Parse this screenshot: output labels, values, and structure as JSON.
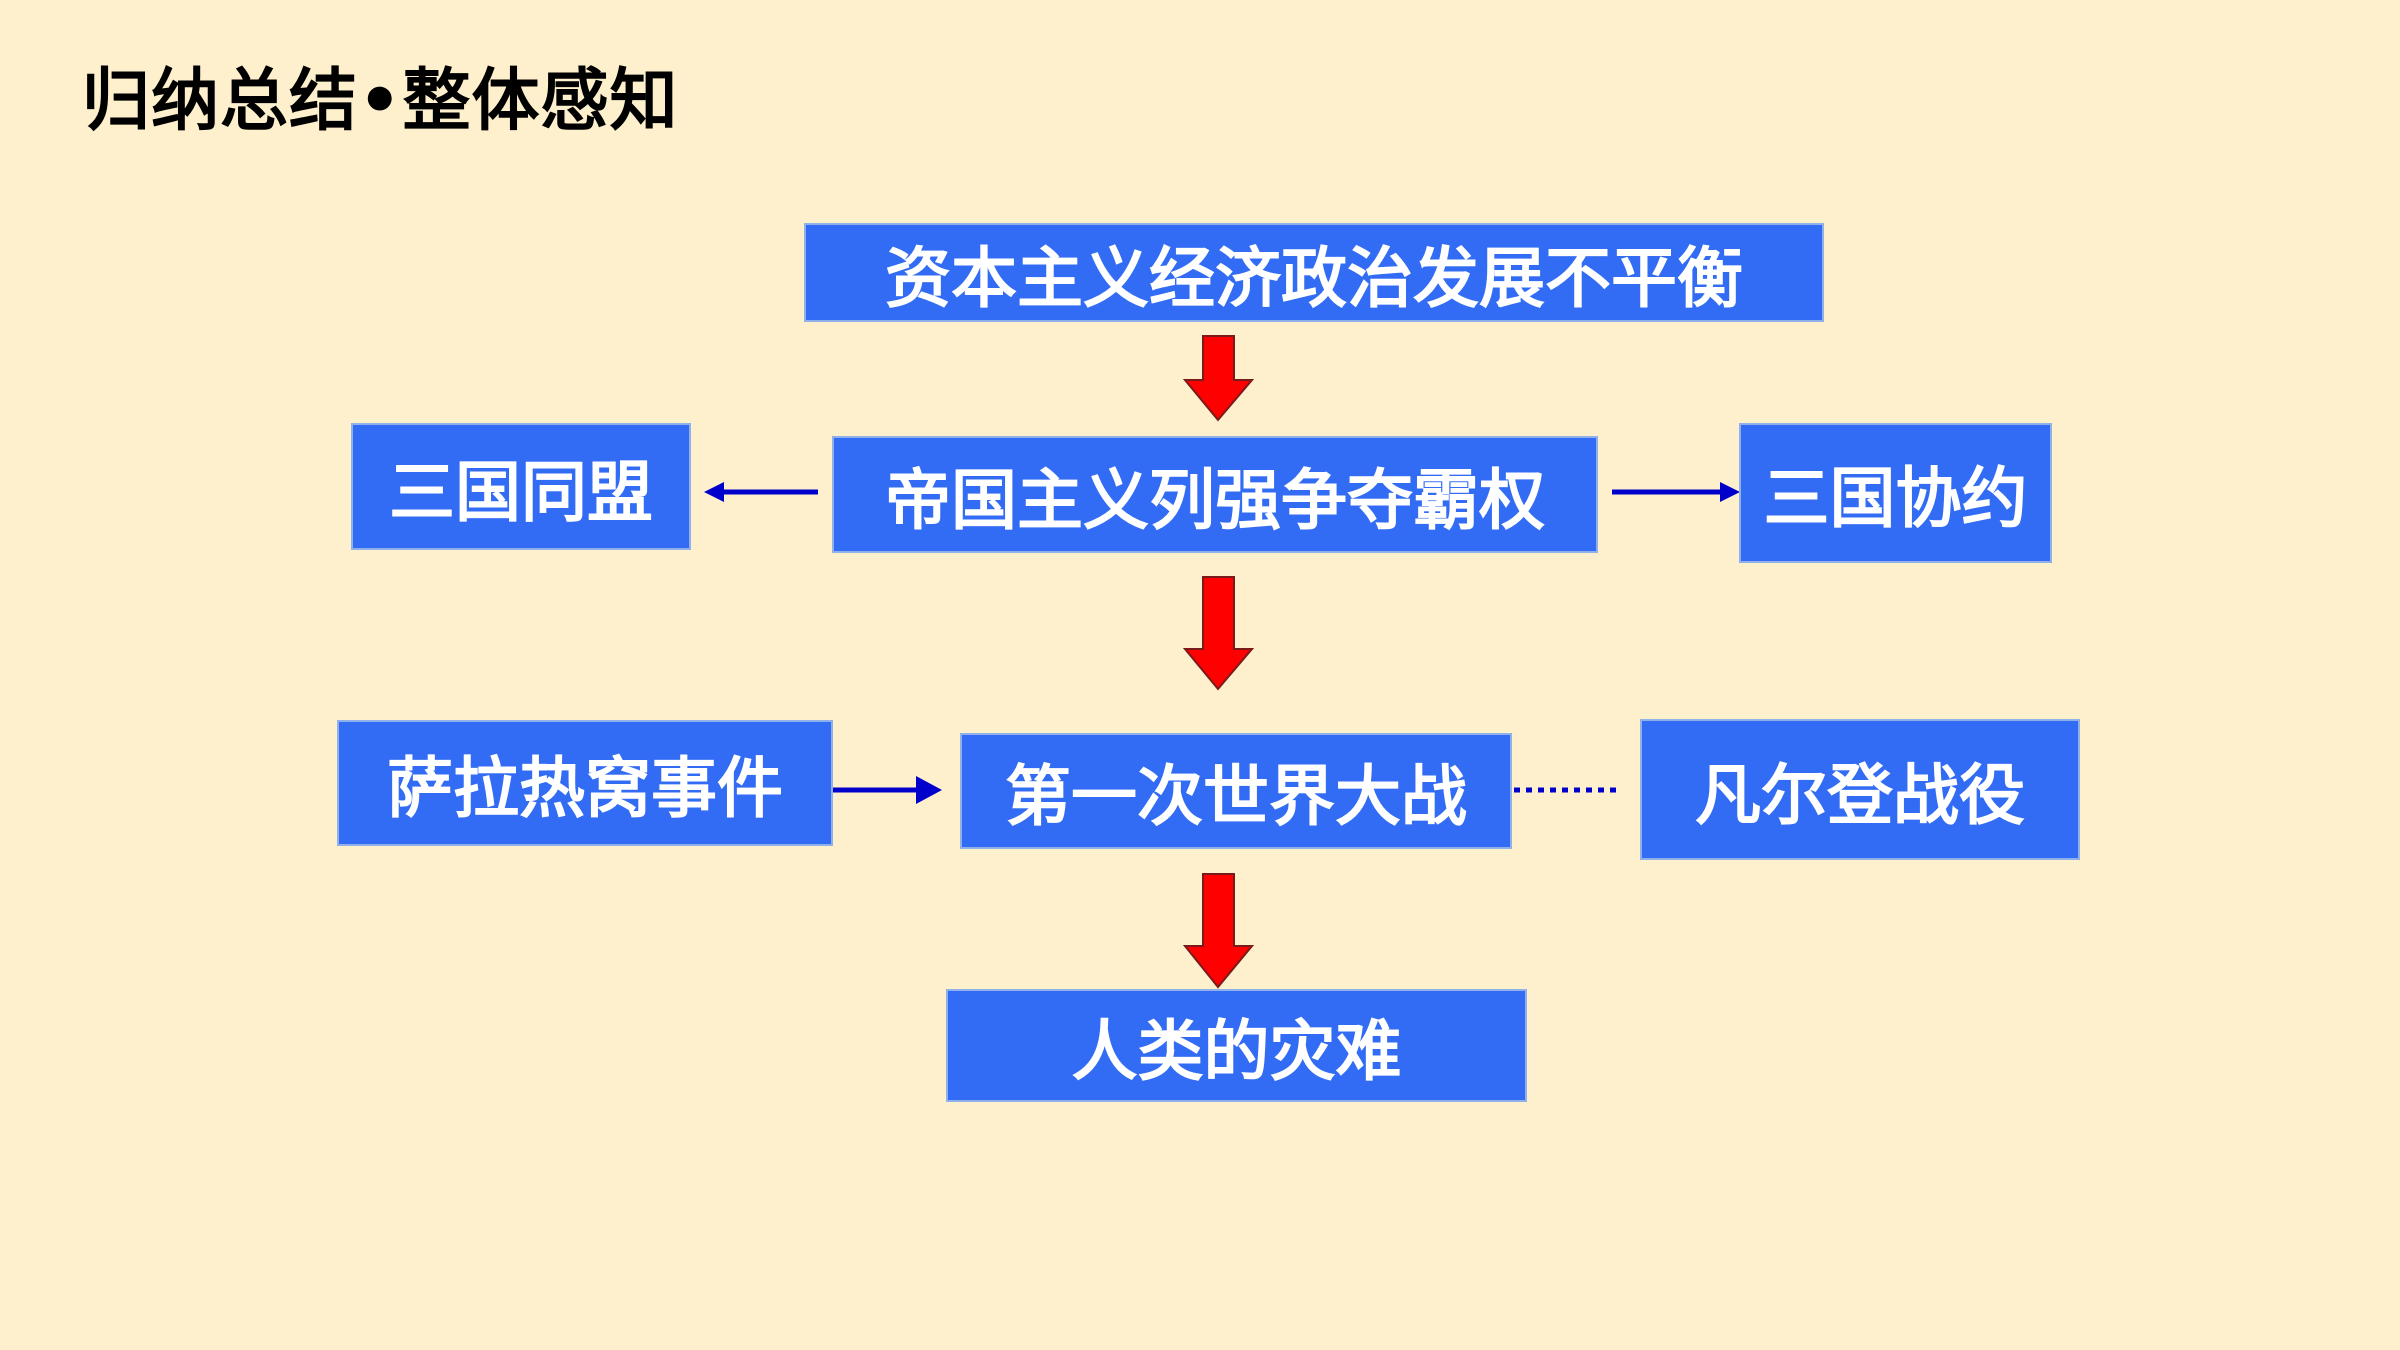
{
  "title": "归纳总结•整体感知",
  "colors": {
    "background": "#fef0cc",
    "box_fill": "#336cf4",
    "box_text": "#ffffff",
    "arrow_red": "#ff0000",
    "arrow_blue": "#0000cc",
    "title_text": "#000000"
  },
  "nodes": {
    "root": "资本主义经济政治发展不平衡",
    "imperialism": "帝国主义列强争夺霸权",
    "triple_alliance": "三国同盟",
    "triple_entente": "三国协约",
    "sarajevo": "萨拉热窝事件",
    "ww1": "第一次世界大战",
    "verdun": "凡尔登战役",
    "disaster": "人类的灾难"
  }
}
